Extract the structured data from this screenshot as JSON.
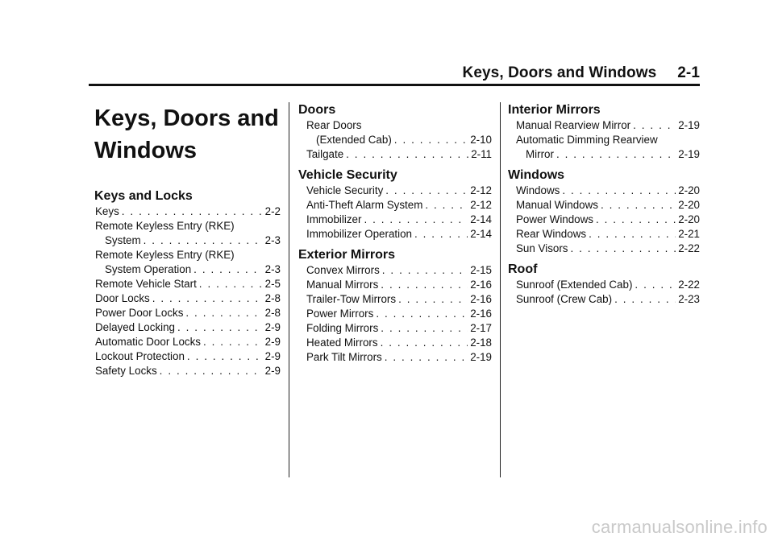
{
  "running_head": {
    "title": "Keys, Doors and Windows",
    "page": "2-1"
  },
  "chapter_title": [
    "Keys, Doors and",
    "Windows"
  ],
  "columns": [
    {
      "sections": [
        {
          "heading": "Keys and Locks",
          "entries": [
            {
              "text": "Keys",
              "page": "2-2"
            },
            {
              "text_line1": "Remote Keyless Entry (RKE)",
              "text": "System",
              "page": "2-3"
            },
            {
              "text_line1": "Remote Keyless Entry (RKE)",
              "text": "System Operation",
              "page": "2-3"
            },
            {
              "text": "Remote Vehicle Start",
              "page": "2-5"
            },
            {
              "text": "Door Locks",
              "page": "2-8"
            },
            {
              "text": "Power Door Locks",
              "page": "2-8"
            },
            {
              "text": "Delayed Locking",
              "page": "2-9"
            },
            {
              "text": "Automatic Door Locks",
              "page": "2-9"
            },
            {
              "text": "Lockout Protection",
              "page": "2-9"
            },
            {
              "text": "Safety Locks",
              "page": "2-9"
            }
          ]
        }
      ]
    },
    {
      "sections": [
        {
          "heading": "Doors",
          "entries": [
            {
              "text_line1": "Rear Doors",
              "text": "(Extended Cab)",
              "page": "2-10"
            },
            {
              "text": "Tailgate",
              "page": "2-11"
            }
          ]
        },
        {
          "heading": "Vehicle Security",
          "entries": [
            {
              "text": "Vehicle Security",
              "page": "2-12"
            },
            {
              "text": "Anti-Theft Alarm System",
              "page": "2-12"
            },
            {
              "text": "Immobilizer",
              "page": "2-14"
            },
            {
              "text": "Immobilizer Operation",
              "page": "2-14"
            }
          ]
        },
        {
          "heading": "Exterior Mirrors",
          "entries": [
            {
              "text": "Convex Mirrors",
              "page": "2-15"
            },
            {
              "text": "Manual Mirrors",
              "page": "2-16"
            },
            {
              "text": "Trailer-Tow Mirrors",
              "page": "2-16"
            },
            {
              "text": "Power Mirrors",
              "page": "2-16"
            },
            {
              "text": "Folding Mirrors",
              "page": "2-17"
            },
            {
              "text": "Heated Mirrors",
              "page": "2-18"
            },
            {
              "text": "Park Tilt Mirrors",
              "page": "2-19"
            }
          ]
        }
      ]
    },
    {
      "sections": [
        {
          "heading": "Interior Mirrors",
          "entries": [
            {
              "text": "Manual Rearview Mirror",
              "page": "2-19"
            },
            {
              "text_line1": "Automatic Dimming Rearview",
              "text": "Mirror",
              "page": "2-19"
            }
          ]
        },
        {
          "heading": "Windows",
          "entries": [
            {
              "text": "Windows",
              "page": "2-20"
            },
            {
              "text": "Manual Windows",
              "page": "2-20"
            },
            {
              "text": "Power Windows",
              "page": "2-20"
            },
            {
              "text": "Rear Windows",
              "page": "2-21"
            },
            {
              "text": "Sun Visors",
              "page": "2-22"
            }
          ]
        },
        {
          "heading": "Roof",
          "entries": [
            {
              "text": "Sunroof (Extended Cab)",
              "page": "2-22"
            },
            {
              "text": "Sunroof (Crew Cab)",
              "page": "2-23"
            }
          ]
        }
      ]
    }
  ],
  "watermark": "carmanualsonline.info"
}
